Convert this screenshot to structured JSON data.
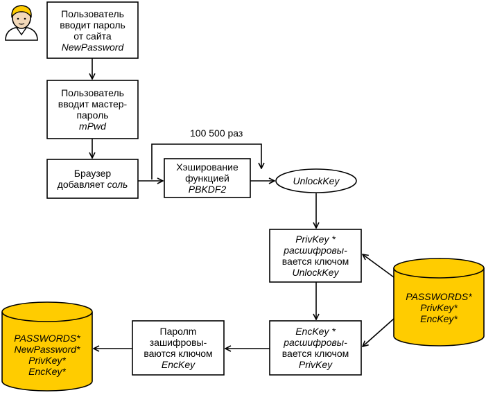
{
  "colors": {
    "db_fill": "#FFCC00",
    "stroke": "#000000",
    "background": "#FFFFFF",
    "avatar_skin": "#F3D9B9",
    "avatar_hair": "#FFCC00"
  },
  "icons": {
    "user": "user-avatar-icon"
  },
  "nodes": {
    "enter_site_password": {
      "line1": "Пользователь",
      "line2": "вводит пароль",
      "line3": "от сайта",
      "line4": "NewPassword"
    },
    "enter_master_password": {
      "line1": "Пользователь",
      "line2": "вводит мастер-",
      "line3": "пароль",
      "line4": "mPwd"
    },
    "browser_adds_salt": {
      "line1": "Браузер",
      "line2_text": "добавляет ",
      "line2_italic": "соль"
    },
    "hashing_pbkdf2": {
      "line1": "Хэширование",
      "line2": "функцией",
      "line3": "PBKDF2"
    },
    "unlock_key": {
      "label": "UnlockKey"
    },
    "decrypt_privkey": {
      "line1": "PrivKey *",
      "line2": "расшифровы-",
      "line3": "вается ключом",
      "line4": "UnlockKey"
    },
    "decrypt_enckey": {
      "line1": "EncKey *",
      "line2": "расшифровы-",
      "line3": "вается ключом",
      "line4": "PrivKey"
    },
    "encrypt_password": {
      "line1": "Паролm",
      "line2": "зашифровы-",
      "line3": "ваются ключом",
      "line4": "EncKey"
    },
    "db_source": {
      "line1": "PASSWORDS*",
      "line2": "PrivKey*",
      "line3": "EncKey*"
    },
    "db_result": {
      "line1": "PASSWORDS*",
      "line2": "NewPassword*",
      "line3": "PrivKey*",
      "line4": "EncKey*"
    }
  },
  "loop_label": "100 500 раз"
}
